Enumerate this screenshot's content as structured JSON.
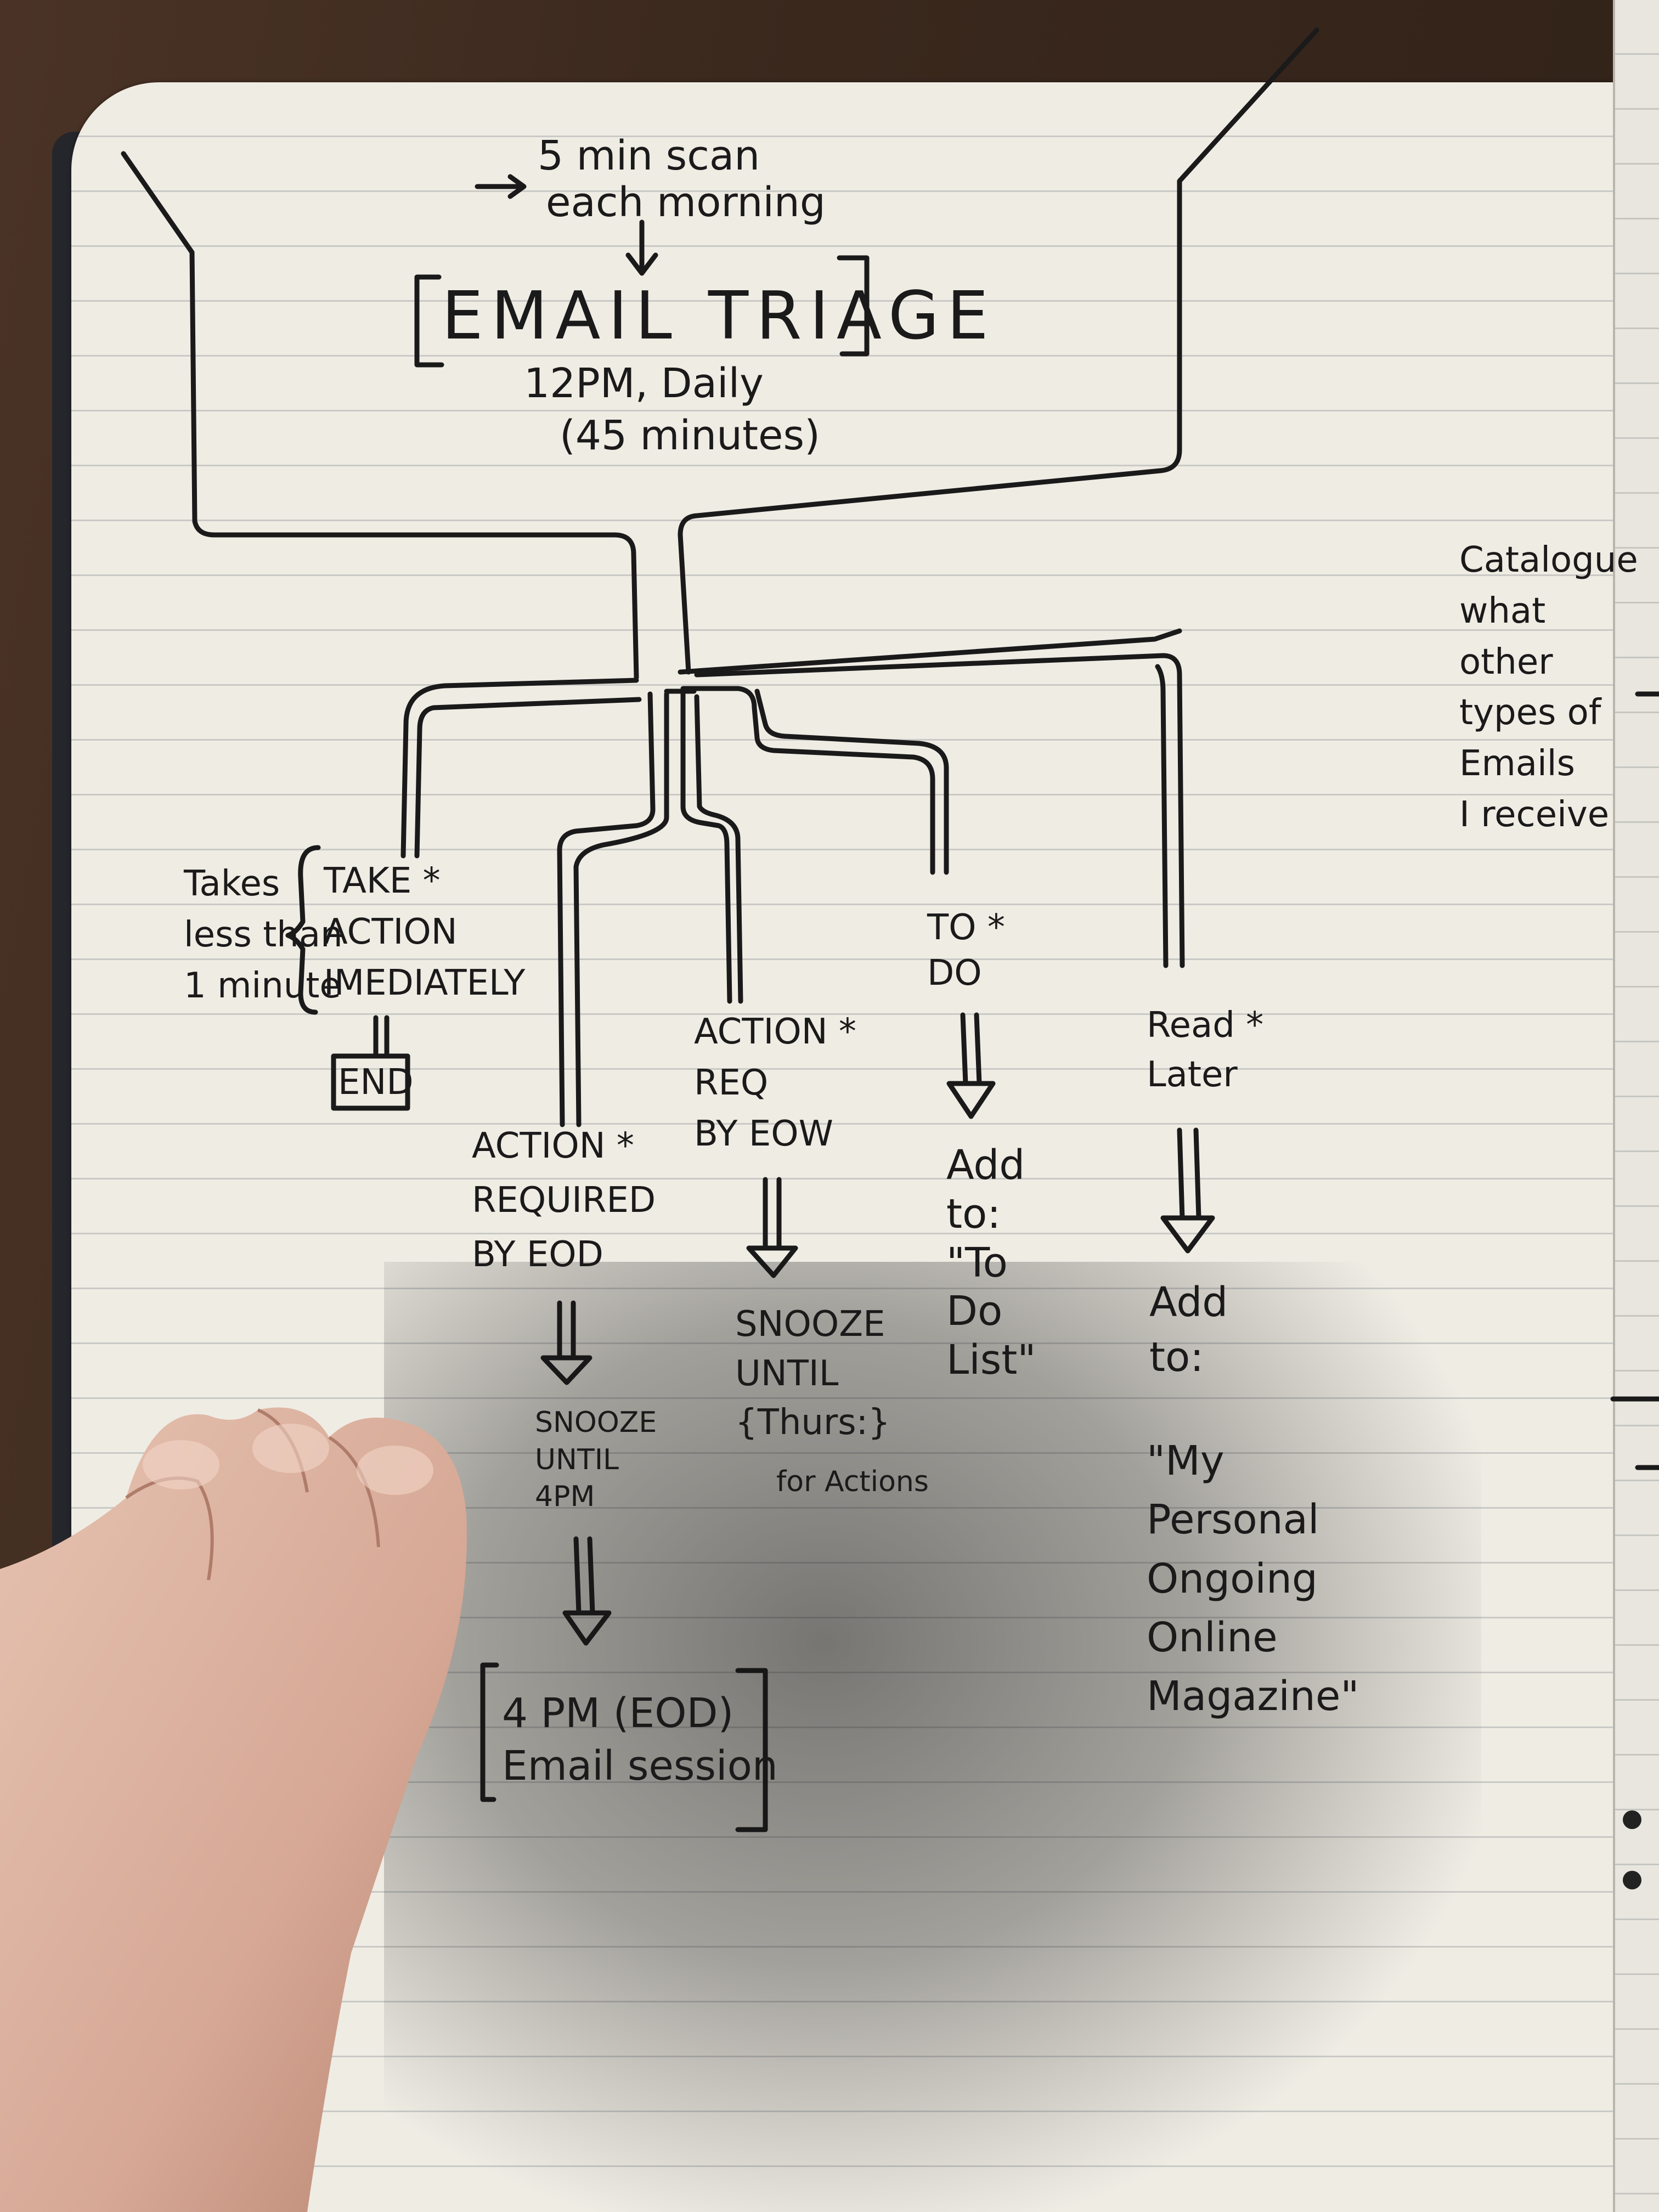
{
  "triage": {
    "scan_note_line1": "5 min scan",
    "scan_note_line2": "each morning",
    "title": "EMAIL TRIAGE",
    "time": "12PM, Daily",
    "duration": "(45 minutes)"
  },
  "branches": {
    "take_action": {
      "note": "Takes\nless than\n1 minute",
      "label": "TAKE *\nACTION\nIMEDIATELY",
      "end": "END"
    },
    "eod": {
      "label": "ACTION *\nREQUIRED\nBY EOD",
      "snooze": "SNOOZE\nUNTIL\n4PM",
      "session": "4 PM (EOD)\nEmail session"
    },
    "eow": {
      "label": "ACTION *\nREQ\nBY EOW",
      "snooze": "SNOOZE\nUNTIL\n{Thurs:}",
      "snooze_note": "for Actions"
    },
    "todo": {
      "label": "TO *\nDO",
      "add": "Add\nto:\n\"To\nDo\nList\""
    },
    "read_later": {
      "label": "Read *\nLater",
      "add": "Add\nto:",
      "destination": "\"My\nPersonal\nOngoing\nOnline\nMagazine\""
    }
  },
  "margin_note": "Catalogue\nwhat\nother\ntypes of\nEmails\nI receive"
}
